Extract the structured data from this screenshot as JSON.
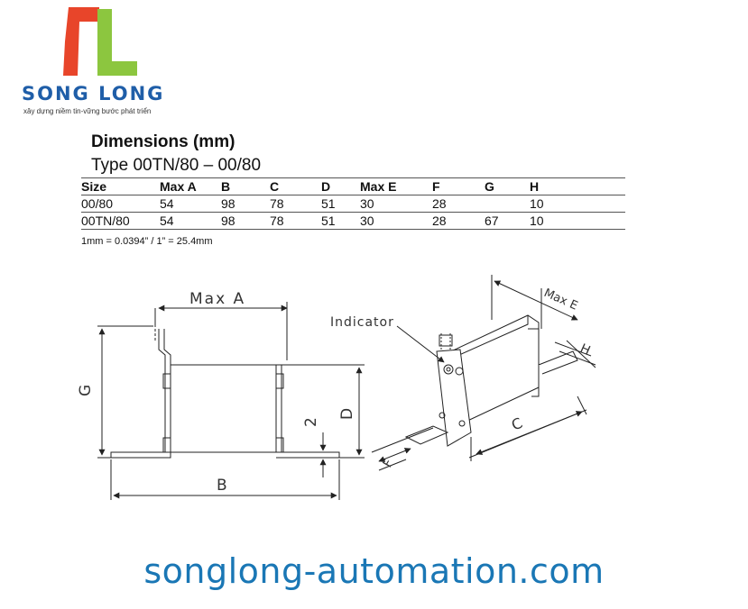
{
  "brand": {
    "name": "SONG LONG",
    "tagline": "xây dựng niềm tin-vững bước phát triển",
    "logo_colors": {
      "s": "#e8452a",
      "l": "#8cc63f"
    }
  },
  "dimensions": {
    "title": "Dimensions (mm)",
    "subtitle": "Type 00TN/80 – 00/80",
    "headers": [
      "Size",
      "Max A",
      "B",
      "C",
      "D",
      "Max E",
      "F",
      "G",
      "H"
    ],
    "rows": [
      [
        "00/80",
        "54",
        "98",
        "78",
        "51",
        "30",
        "28",
        "",
        "10"
      ],
      [
        "00TN/80",
        "54",
        "98",
        "78",
        "51",
        "30",
        "28",
        "67",
        "10"
      ]
    ],
    "conversion": "1mm = 0.0394” / 1” = 25.4mm"
  },
  "drawing": {
    "labels": {
      "max_a": "Max A",
      "b": "B",
      "g": "G",
      "d": "D",
      "two": "2",
      "indicator": "Indicator",
      "max_e": "Max E",
      "h": "H",
      "c": "C",
      "f": "F"
    }
  },
  "footer": {
    "url": "songlong-automation.com"
  }
}
